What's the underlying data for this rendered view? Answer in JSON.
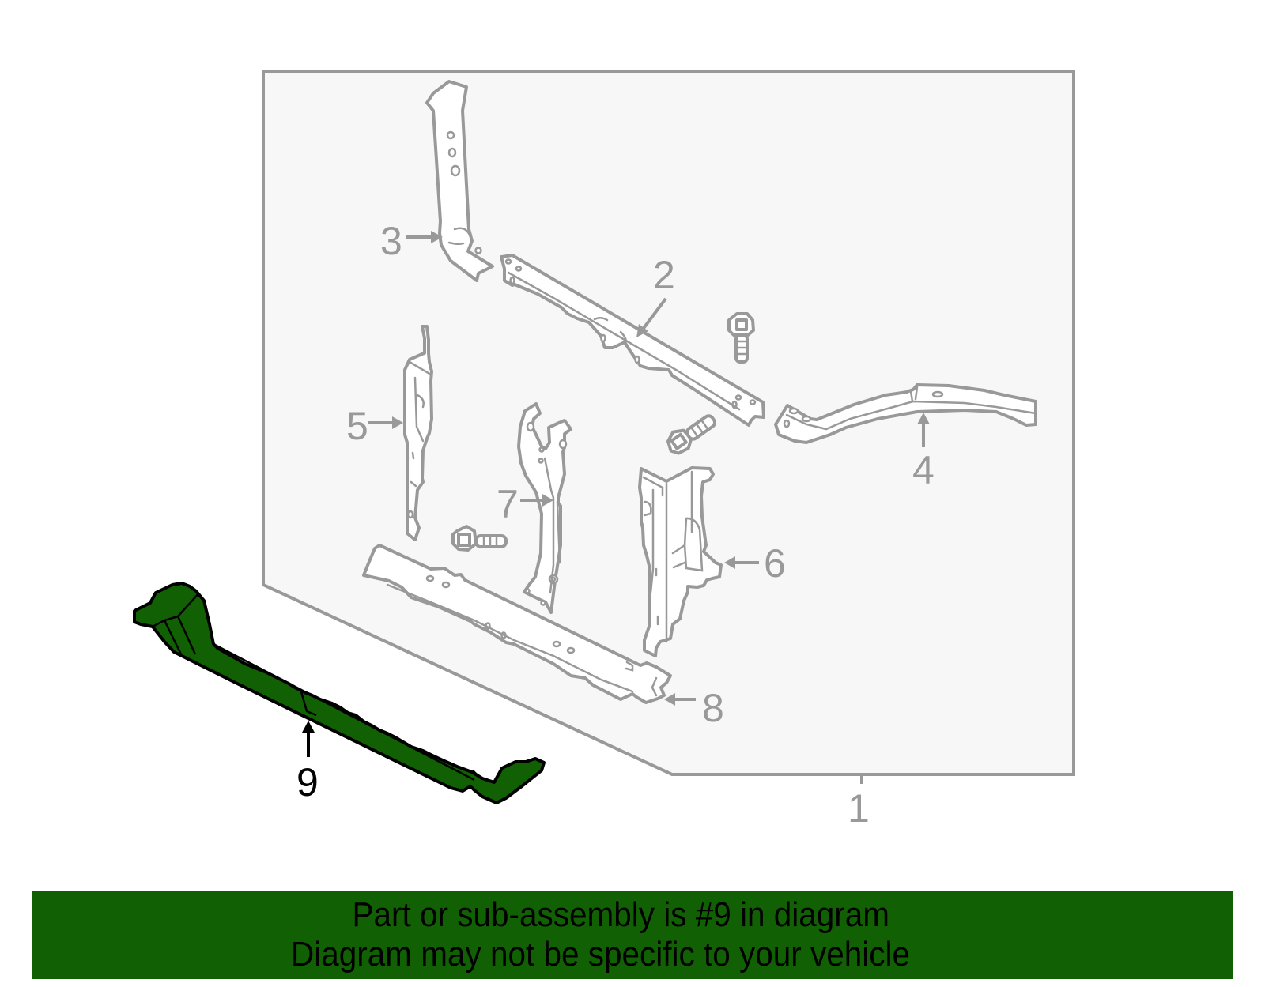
{
  "diagram": {
    "title": "Radiator support assembly exploded diagram",
    "highlighted_part": "9",
    "colors": {
      "highlight_fill": "#116104",
      "highlight_stroke": "#000000",
      "part_stroke": "#999999",
      "panel_fill": "#f7f7f7",
      "panel_stroke": "#999999",
      "banner_bg": "#116104",
      "banner_text": "#000000"
    },
    "callouts": [
      {
        "number": "1",
        "label": "1"
      },
      {
        "number": "2",
        "label": "2"
      },
      {
        "number": "3",
        "label": "3"
      },
      {
        "number": "4",
        "label": "4"
      },
      {
        "number": "5",
        "label": "5"
      },
      {
        "number": "6",
        "label": "6"
      },
      {
        "number": "7",
        "label": "7"
      },
      {
        "number": "8",
        "label": "8"
      },
      {
        "number": "9",
        "label": "9"
      }
    ],
    "fasteners": [
      {
        "name": "bolt-upper"
      },
      {
        "name": "bolt-middle"
      },
      {
        "name": "bolt-lower"
      }
    ]
  },
  "banner": {
    "line1": "Part or sub-assembly is #9 in diagram",
    "line2": "Diagram may not be specific to your vehicle"
  }
}
